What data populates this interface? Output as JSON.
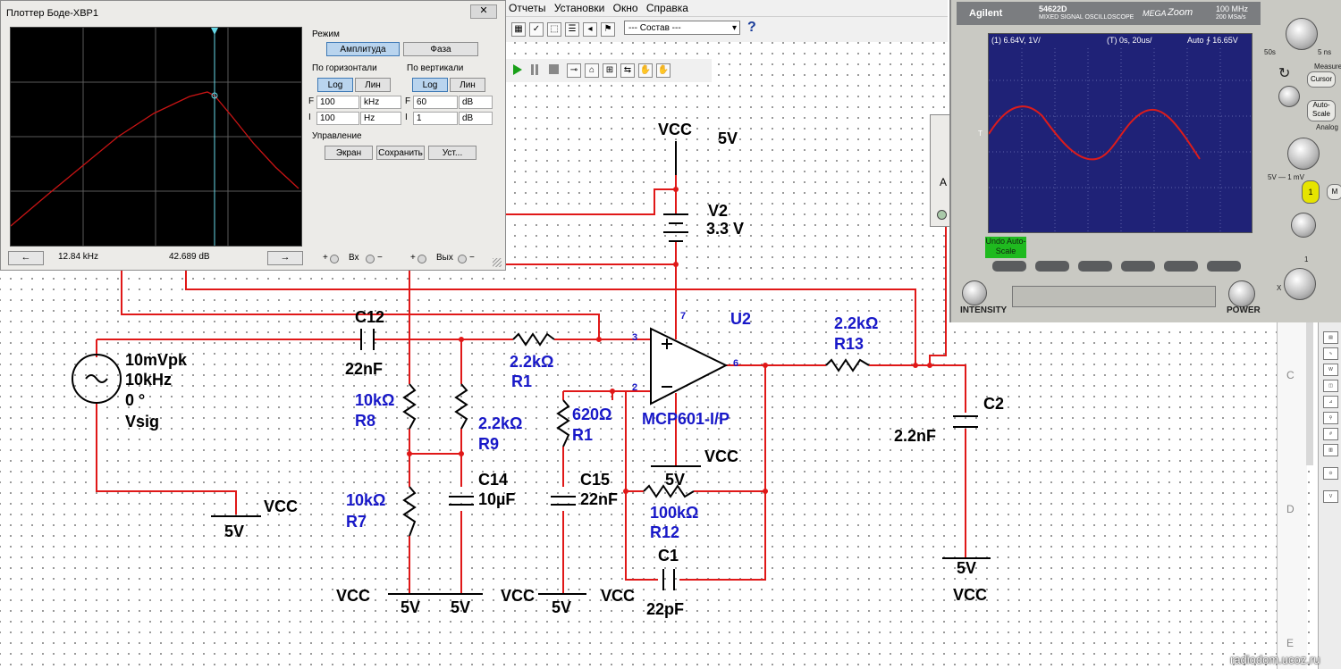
{
  "menu": {
    "items": [
      "Отчеты",
      "Установки",
      "Окно",
      "Справка"
    ]
  },
  "toolbar": {
    "combo": "--- Состав ---",
    "help": "?"
  },
  "bode": {
    "title": "Плоттер Боде-XBP1",
    "close": "✕",
    "mode_group": "Режим",
    "mode_amplitude": "Амплитуда",
    "mode_phase": "Фаза",
    "horizontal_group": "По горизонтали",
    "vertical_group": "По вертикали",
    "log": "Log",
    "lin": "Лин",
    "h_f_label": "F",
    "h_f_value": "100",
    "h_f_unit": "kHz",
    "h_i_label": "I",
    "h_i_value": "100",
    "h_i_unit": "Hz",
    "v_f_label": "F",
    "v_f_value": "60",
    "v_f_unit": "dB",
    "v_i_label": "I",
    "v_i_value": "1",
    "v_i_unit": "dB",
    "control_group": "Управление",
    "btn_screen": "Экран",
    "btn_save": "Сохранить",
    "btn_setup": "Уст...",
    "freq_readout": "12.84 kHz",
    "gain_readout": "42.689 dB",
    "in_label": "Вх",
    "out_label": "Вых",
    "plus": "+",
    "minus": "−",
    "arrow_left": "←",
    "arrow_right": "→"
  },
  "osc": {
    "brand": "Agilent",
    "model": "54622D",
    "model_sub": "MIXED SIGNAL OSCILLOSCOPE",
    "mega": "MEGA",
    "zoom": "Zoom",
    "spec1": "100 MHz",
    "spec2": "200 MSa/s",
    "ch1": "(1) 6.64V, 1V/",
    "time": "(T) 0s, 20us/",
    "trigger": "Auto  ∱ 16.65V",
    "t_marker": "T",
    "undo": "Undo Auto-Scale",
    "intensity": "INTENSITY",
    "power": "POWER",
    "knob_left_lab": "50s",
    "knob_right_lab": "5 ns",
    "btn_cursor": "Cursor",
    "btn_auto": "Auto-Scale",
    "label_analog": "Analog",
    "label_5v": "5V — 1 mV",
    "btn_1": "1",
    "btn_m": "M",
    "label_x": "X",
    "label_1": "1",
    "label_measure": "Measure"
  },
  "labels": {
    "vcc_v2": "VCC",
    "v5_v2": "5V",
    "v2": "V2",
    "v2_val": "3.3 V",
    "u2": "U2",
    "opamp": "MCP601-I/P",
    "vcc_opamp": "VCC",
    "v5_opamp": "5V",
    "pin7": "7",
    "pin3": "3",
    "pin2": "2",
    "pin6": "6",
    "opamp_plus": "+",
    "opamp_minus": "−",
    "c12": "C12",
    "c12_val": "22nF",
    "src_amp": "10mVpk",
    "src_freq": "10kHz",
    "src_phase": "0 °",
    "src_name": "Vsig",
    "r1a_val": "2.2kΩ",
    "r1a": "R1",
    "r8_val": "10kΩ",
    "r8": "R8",
    "r9_val": "2.2kΩ",
    "r9": "R9",
    "r1b_val": "620Ω",
    "r1b": "R1",
    "r7_val": "10kΩ",
    "r7": "R7",
    "c14": "C14",
    "c14_val": "10µF",
    "c15": "C15",
    "c15_val": "22nF",
    "r12_val": "100kΩ",
    "r12": "R12",
    "c1": "C1",
    "c1_val": "22pF",
    "r13_val": "2.2kΩ",
    "r13": "R13",
    "c2": "C2",
    "c2_val": "2.2nF",
    "vcc_src": "VCC",
    "v5_src": "5V",
    "vcc_bot1": "VCC",
    "v5_bot1": "5V",
    "v5_bot2": "5V",
    "vcc_bot2": "VCC",
    "v5_bot3": "5V",
    "vcc_bot3": "VCC",
    "v5_c2": "5V",
    "vcc_c2": "VCC",
    "xprobe": "A"
  },
  "rightpanel": {
    "c": "C",
    "d": "D",
    "e": "E"
  },
  "watermark": "radiodom.ucoz.ru",
  "colors": {
    "wire": "#e01818",
    "component": "#000000",
    "label_blue": "#1818c8",
    "bode_trace": "#c81414",
    "cursor": "#66d9e8",
    "osc_trace": "#dc1c1c"
  }
}
